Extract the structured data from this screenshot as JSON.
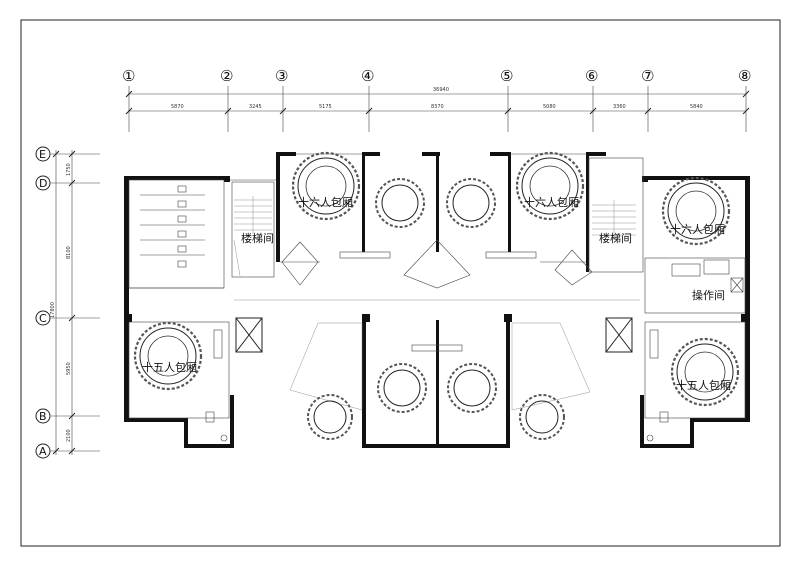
{
  "axes_top": [
    "①",
    "②",
    "③",
    "④",
    "⑤",
    "⑥",
    "⑦",
    "⑧"
  ],
  "axes_left": [
    "E",
    "D",
    "C",
    "B",
    "A"
  ],
  "dims": {
    "total_h": "36940",
    "top": [
      "5870",
      "3245",
      "5175",
      "8370",
      "5080",
      "3360",
      "5840"
    ],
    "total_v": "17800",
    "left": [
      "1750",
      "8100",
      "5950",
      "2100"
    ]
  },
  "rooms": {
    "r16a": "十六人包厢",
    "r16b": "十六人包厢",
    "r16c": "十六人包厢",
    "r15a": "十五人包厢",
    "r15b": "十五人包厢",
    "stair1": "楼梯间",
    "stair2": "楼梯间",
    "ops": "操作间"
  }
}
